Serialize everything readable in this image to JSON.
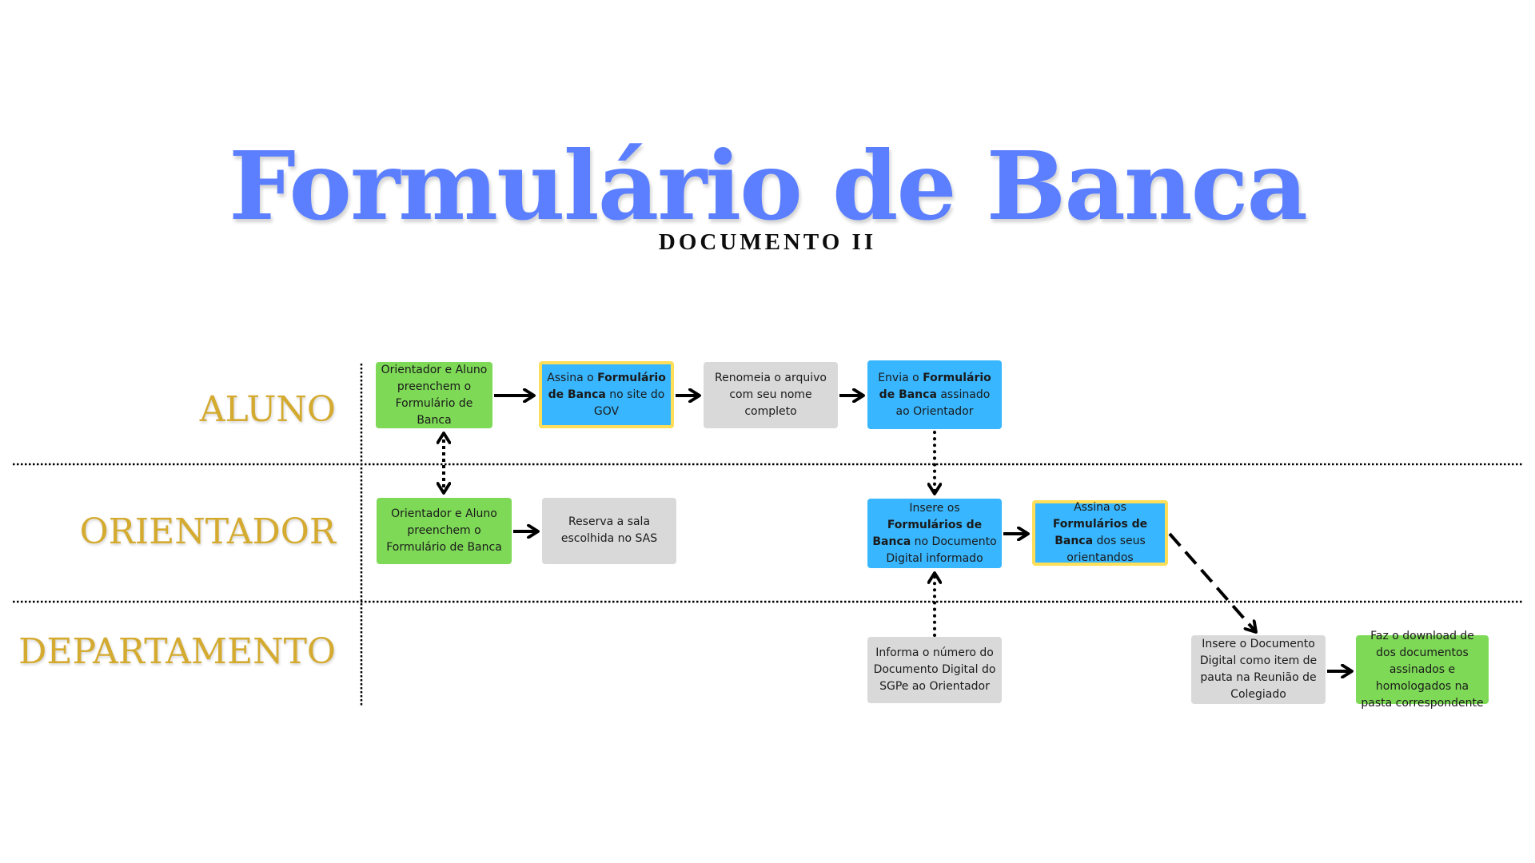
{
  "header": {
    "title": "Formulário de Banca",
    "subtitle": "DOCUMENTO II"
  },
  "lanes": [
    {
      "label": "ALUNO"
    },
    {
      "label": "ORIENTADOR"
    },
    {
      "label": "DEPARTAMENTO"
    }
  ],
  "colors": {
    "title": "#5B7FFF",
    "lane_label": "#D4AA2F",
    "green": "#7ED957",
    "blue": "#38B6FF",
    "gray": "#D9D9D9",
    "highlight_border": "#FFDE59"
  },
  "steps": {
    "aluno_1": {
      "parts": [
        {
          "t": "Orientador e Aluno preenchem o Formulário de Banca",
          "b": false
        }
      ]
    },
    "aluno_2": {
      "parts": [
        {
          "t": "Assina o ",
          "b": false
        },
        {
          "t": "Formulário de Banca",
          "b": true
        },
        {
          "t": " no site do GOV",
          "b": false
        }
      ]
    },
    "aluno_3": {
      "parts": [
        {
          "t": "Renomeia o arquivo com seu nome completo",
          "b": false
        }
      ]
    },
    "aluno_4": {
      "parts": [
        {
          "t": "Envia o ",
          "b": false
        },
        {
          "t": "Formulário de Banca",
          "b": true
        },
        {
          "t": " assinado ao Orientador",
          "b": false
        }
      ]
    },
    "orient_1": {
      "parts": [
        {
          "t": "Orientador e Aluno preenchem o Formulário de Banca",
          "b": false
        }
      ]
    },
    "orient_2": {
      "parts": [
        {
          "t": "Reserva a sala escolhida no SAS",
          "b": false
        }
      ]
    },
    "orient_3": {
      "parts": [
        {
          "t": "Insere os ",
          "b": false
        },
        {
          "t": "Formulários de Banca",
          "b": true
        },
        {
          "t": " no Documento Digital informado",
          "b": false
        }
      ]
    },
    "orient_4": {
      "parts": [
        {
          "t": "Assina os ",
          "b": false
        },
        {
          "t": "Formulários de Banca",
          "b": true
        },
        {
          "t": " dos seus orientandos",
          "b": false
        }
      ]
    },
    "depto_1": {
      "parts": [
        {
          "t": "Informa o número do Documento Digital do SGPe ao Orientador",
          "b": false
        }
      ]
    },
    "depto_2": {
      "parts": [
        {
          "t": "Insere o Documento Digital como item de pauta na Reunião de Colegiado",
          "b": false
        }
      ]
    },
    "depto_3": {
      "parts": [
        {
          "t": "Faz o download de dos documentos assinados e homologados na pasta correspondente",
          "b": false
        }
      ]
    }
  },
  "connectors": [
    {
      "from": "aluno_1",
      "to": "aluno_2",
      "style": "solid"
    },
    {
      "from": "aluno_2",
      "to": "aluno_3",
      "style": "solid"
    },
    {
      "from": "aluno_3",
      "to": "aluno_4",
      "style": "solid"
    },
    {
      "from": "aluno_1",
      "to": "orient_1",
      "style": "dotted-bidirectional"
    },
    {
      "from": "orient_1",
      "to": "orient_2",
      "style": "solid"
    },
    {
      "from": "aluno_4",
      "to": "orient_3",
      "style": "dotted"
    },
    {
      "from": "depto_1",
      "to": "orient_3",
      "style": "dotted"
    },
    {
      "from": "orient_3",
      "to": "orient_4",
      "style": "solid"
    },
    {
      "from": "orient_4",
      "to": "depto_2",
      "style": "dashed"
    },
    {
      "from": "depto_2",
      "to": "depto_3",
      "style": "solid"
    }
  ]
}
